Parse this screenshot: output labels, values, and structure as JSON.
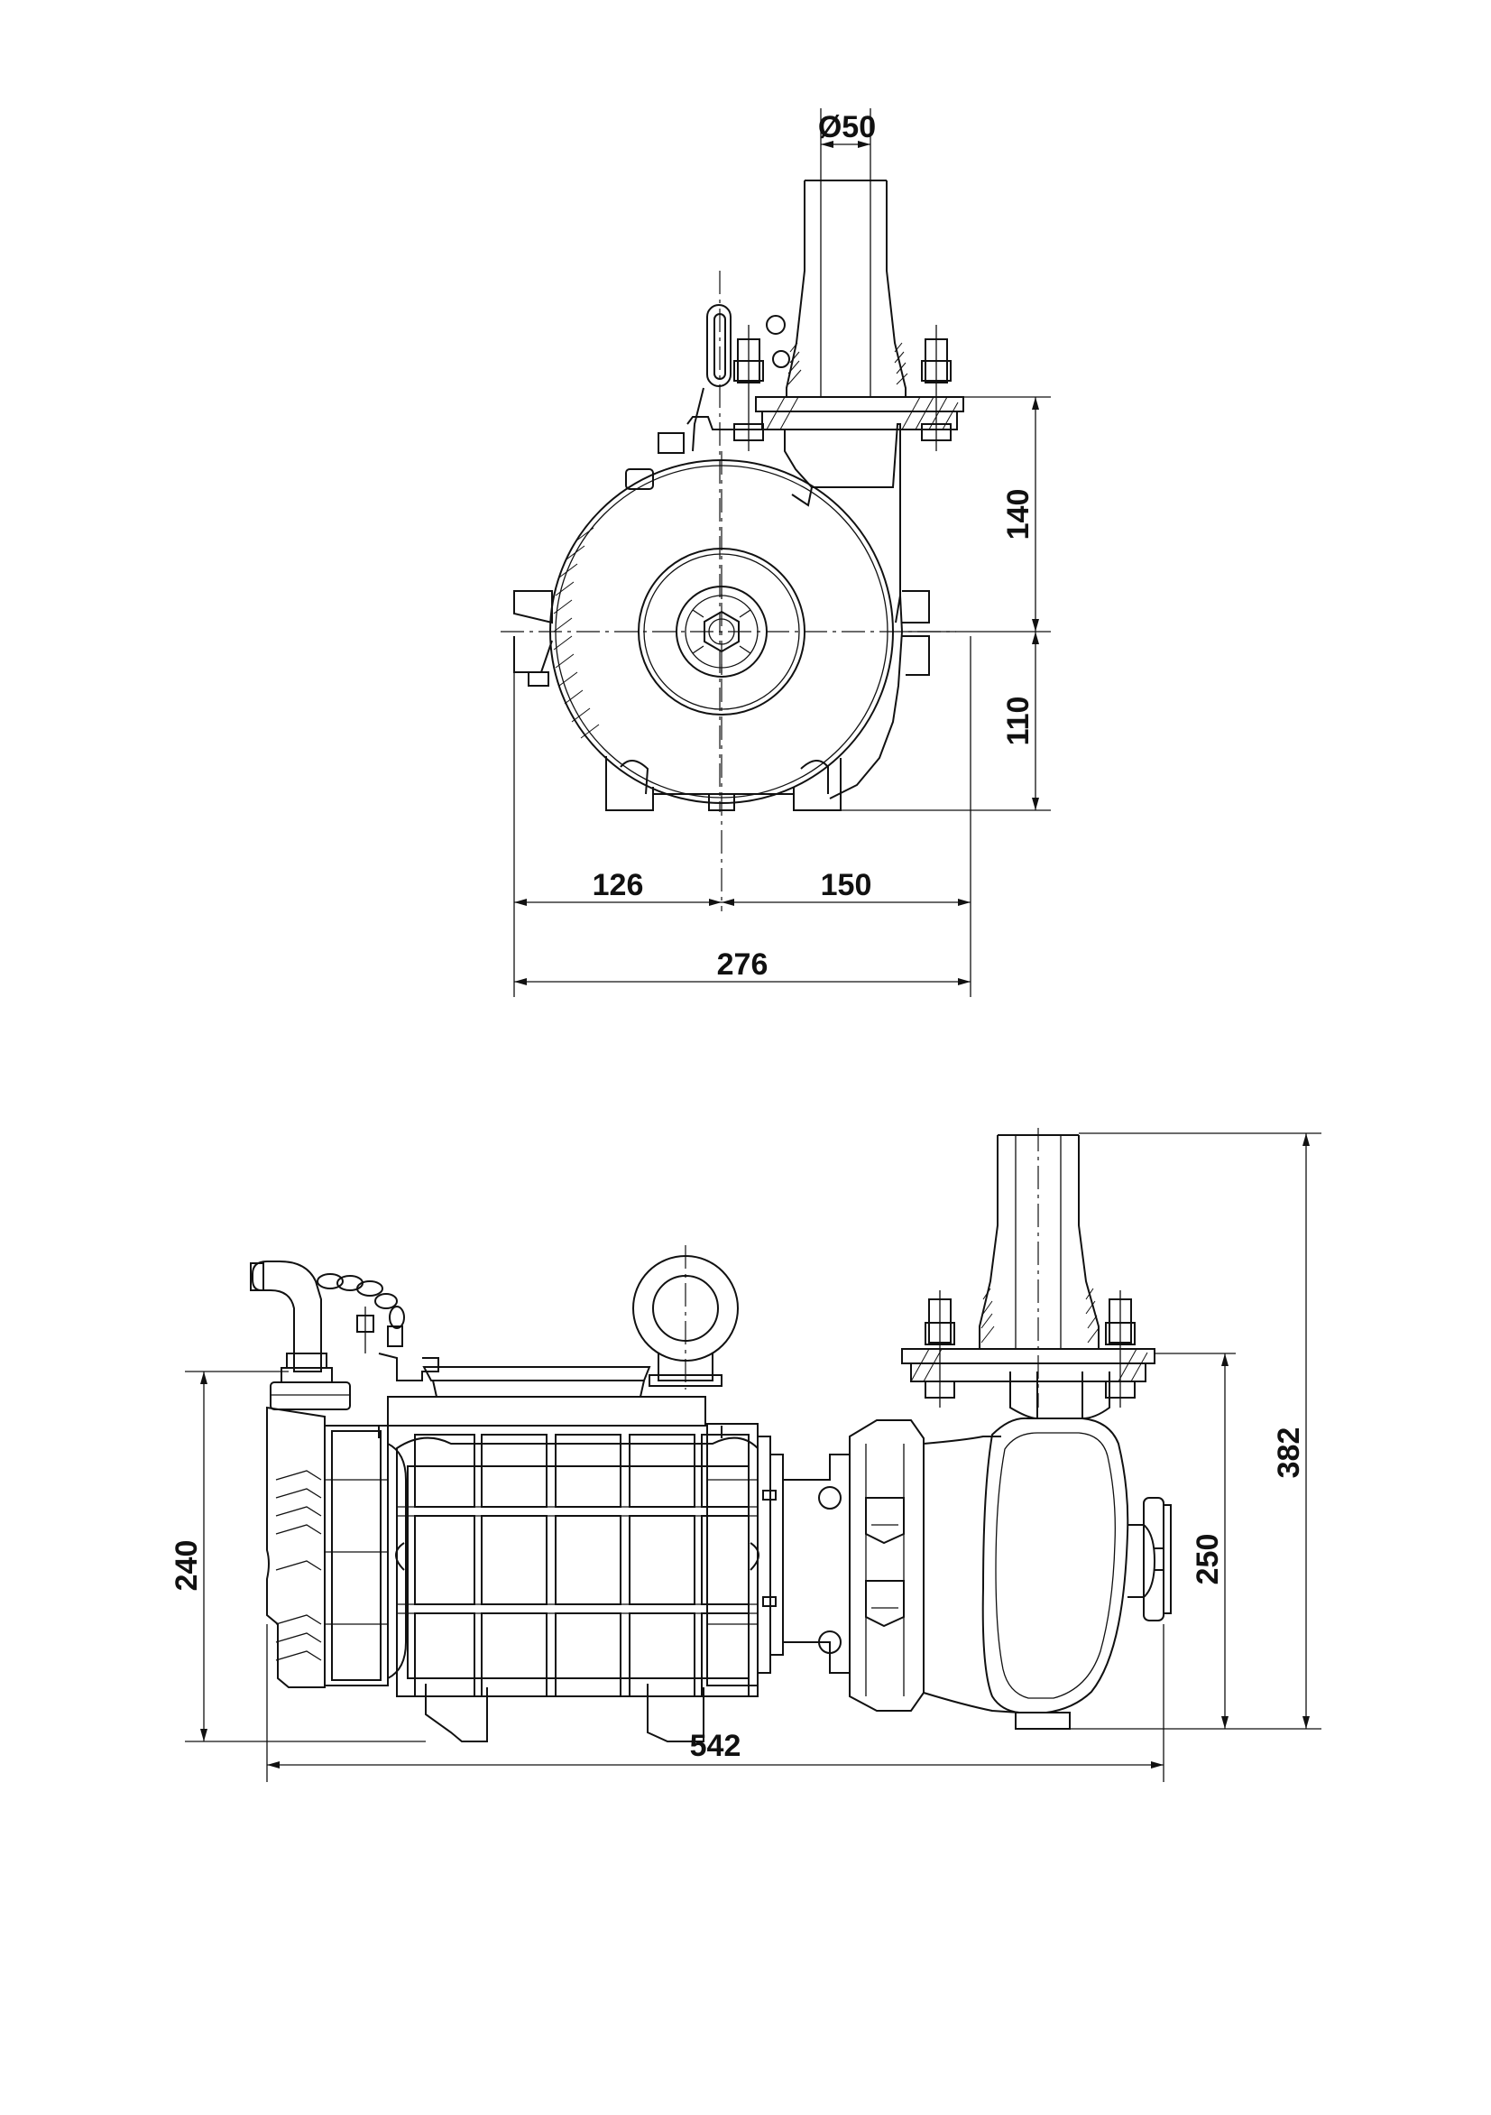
{
  "front_view": {
    "dims": {
      "outlet_diameter": "Ø50",
      "height_above_axis": "140",
      "height_below_axis": "110",
      "width_left": "126",
      "width_right": "150",
      "total_width": "276"
    }
  },
  "side_view": {
    "dims": {
      "total_length": "542",
      "total_height": "382",
      "motor_height": "240",
      "volute_height": "250"
    }
  }
}
